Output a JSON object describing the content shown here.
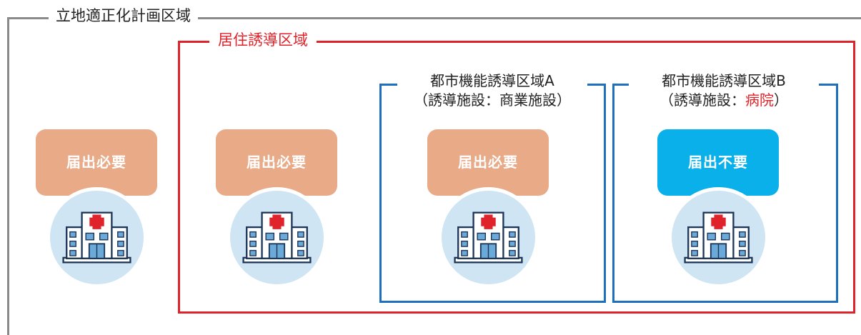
{
  "zones": {
    "outer_title": "立地適正化計画区域",
    "residential_title": "居住誘導区域",
    "urban_a": {
      "title": "都市機能誘導区域A",
      "subtitle": "（誘導施設：商業施設）"
    },
    "urban_b": {
      "title": "都市機能誘導区域B",
      "subtitle_prefix": "（誘導施設：",
      "subtitle_highlight": "病院",
      "subtitle_suffix": "）"
    }
  },
  "facilities": [
    {
      "label": "届出必要",
      "status": "required",
      "icon": "hospital-icon"
    },
    {
      "label": "届出必要",
      "status": "required",
      "icon": "hospital-icon"
    },
    {
      "label": "届出必要",
      "status": "required",
      "icon": "hospital-icon"
    },
    {
      "label": "届出不要",
      "status": "not-required",
      "icon": "hospital-icon"
    }
  ],
  "colors": {
    "outer_border": "#8a8a8a",
    "residential_border": "#e0232a",
    "urban_border": "#1f6fbf",
    "required_badge": "#e9aa88",
    "not_required_badge": "#09b0ea",
    "icon_circle": "#cfe5f4"
  }
}
